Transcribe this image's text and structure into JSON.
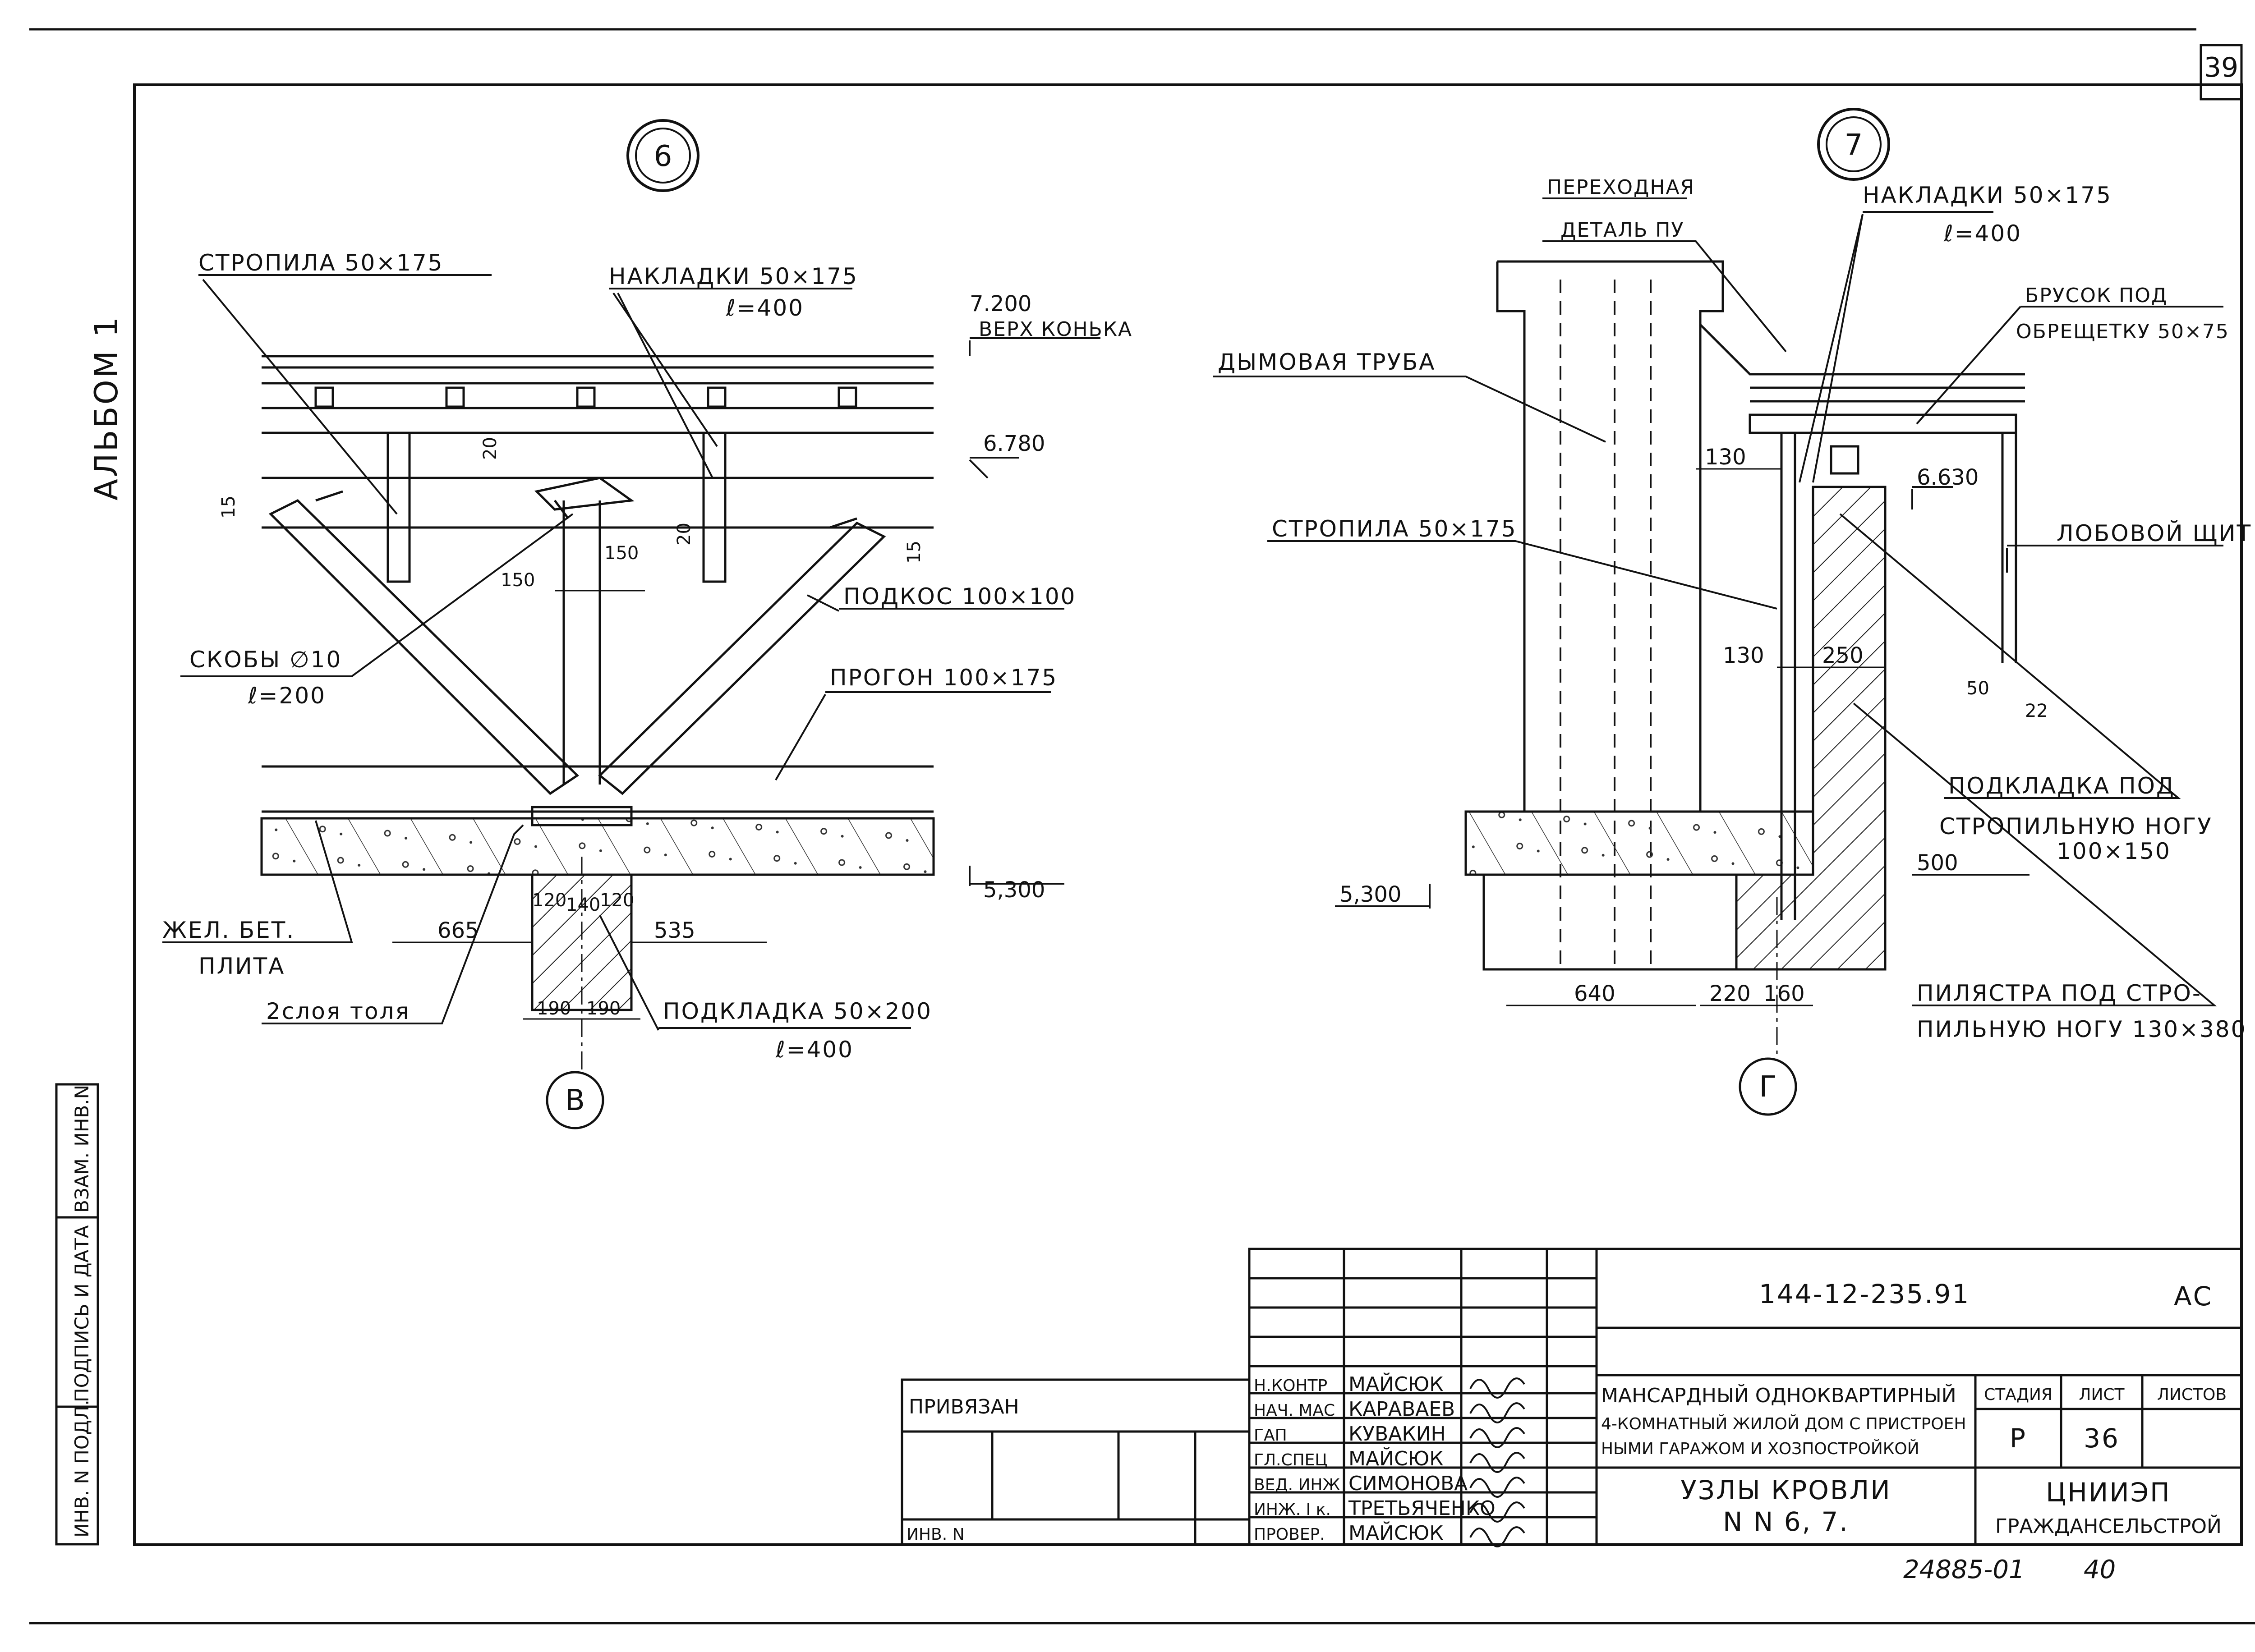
{
  "page_number": "39",
  "album_label": "АЛЬБОМ 1",
  "side_stamp": {
    "inv_podl": "ИНВ. N ПОДЛ.",
    "podpis_data": "ПОДПИСЬ И ДАТА",
    "vzam_inv": "ВЗАМ. ИНВ.N"
  },
  "node6": {
    "number": "6",
    "labels": {
      "stropila": "СТРОПИЛА 50×175",
      "nakladki": "НАКЛАДКИ 50×175",
      "nakladki_step": "ℓ=400",
      "mark_7200": "7.200",
      "verh_konka": "ВЕРХ КОНЬКА",
      "mark_6780": "6.780",
      "podkos": "ПОДКОС 100×100",
      "skoby": "СКОБЫ ∅10",
      "skoby_step": "ℓ=200",
      "progon": "ПРОГОН 100×175",
      "mark_5300": "5,300",
      "zhel_bet": "ЖЕЛ. БЕТ.",
      "plita": "ПЛИТА",
      "tol": "2слоя толя",
      "podkladka": "ПОДКЛАДКА 50×200",
      "podkladka_step": "ℓ=400",
      "axis": "В"
    },
    "dims": {
      "d15a": "15",
      "d20a": "20",
      "d20b": "20",
      "d15b": "15",
      "d150a": "150",
      "d150b": "150",
      "d665": "665",
      "d120a": "120",
      "d140": "140",
      "d120b": "120",
      "d535": "535",
      "d190a": "190",
      "d190b": "190"
    }
  },
  "node7": {
    "number": "7",
    "labels": {
      "perehodnaya": "ПЕРЕХОДНАЯ",
      "detal_pu": "ДЕТАЛЬ ПУ",
      "nakladki": "НАКЛАДКИ 50×175",
      "nakladki_step": "ℓ=400",
      "brusok": "БРУСОК ПОД",
      "obreshetku": "ОБРЕЩЕТКУ 50×75",
      "dymovaya": "ДЫМОВАЯ ТРУБА",
      "stropila": "СТРОПИЛА 50×175",
      "mark_6630": "6.630",
      "lobovoy": "ЛОБОВОЙ ЩИТ",
      "podkladka1": "ПОДКЛАДКА ПОД",
      "podkladka2": "СТРОПИЛЬНУЮ НОГУ",
      "podkladka3": "100×150",
      "mark_5300": "5,300",
      "pilyastra1": "ПИЛЯСТРА ПОД СТРО-",
      "pilyastra2": "ПИЛЬНУЮ НОГУ 130×380",
      "axis": "Г"
    },
    "dims": {
      "d130a": "130",
      "d130b": "130",
      "d250": "250",
      "d50": "50",
      "d22": "22",
      "d500": "500",
      "d640": "640",
      "d220": "220",
      "d160": "160"
    }
  },
  "title_block": {
    "code": "144-12-235.91",
    "section": "АС",
    "privyazan": "ПРИВЯЗАН",
    "inv_n": "ИНВ. N",
    "roles": [
      {
        "role": "Н.КОНТР",
        "name": "МАЙСЮК"
      },
      {
        "role": "НАЧ. МАС",
        "name": "КАРАВАЕВ"
      },
      {
        "role": "ГАП",
        "name": "КУВАКИН"
      },
      {
        "role": "ГЛ.СПЕЦ",
        "name": "МАЙСЮК"
      },
      {
        "role": "ВЕД. ИНЖ",
        "name": "СИМОНОВА"
      },
      {
        "role": "ИНЖ. I к.",
        "name": "ТРЕТЬЯЧЕНКО"
      },
      {
        "role": "ПРОВЕР.",
        "name": "МАЙСЮК"
      }
    ],
    "project_line1": "МАНСАРДНЫЙ ОДНОКВАРТИРНЫЙ",
    "project_line2": "4-КОМНАТНЫЙ ЖИЛОЙ ДОМ С ПРИСТРОЕН",
    "project_line3": "НЫМИ ГАРАЖОМ И ХОЗПОСТРОЙКОЙ",
    "sheet_title1": "УЗЛЫ КРОВЛИ",
    "sheet_title2": "N N 6, 7.",
    "stadiya_label": "СТАДИЯ",
    "list_label": "ЛИСТ",
    "listov_label": "ЛИСТОВ",
    "stadiya": "Р",
    "list": "36",
    "org1": "ЦНИИЭП",
    "org2": "ГРАЖДАНСЕЛЬСТРОЙ"
  },
  "footer_number": "24885-01",
  "footer_sheet": "40"
}
